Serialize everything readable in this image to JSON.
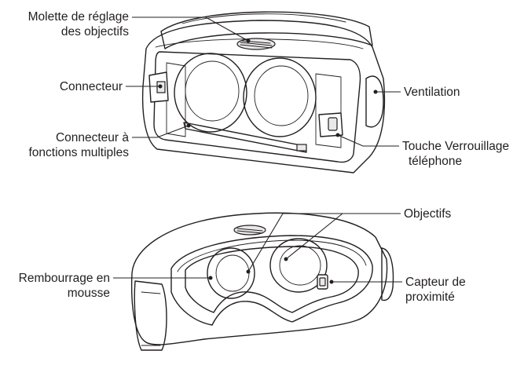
{
  "labels": {
    "dial": [
      "Molette de réglage",
      "des objectifs"
    ],
    "connector": "Connecteur",
    "multi_connector": [
      "Connecteur à",
      "fonctions multiples"
    ],
    "ventilation": "Ventilation",
    "lock_key": [
      "Touche Verrouillage",
      "téléphone"
    ],
    "lenses": "Objectifs",
    "foam": [
      "Rembourrage en",
      "mousse"
    ],
    "proximity": [
      "Capteur de",
      "proximité"
    ]
  }
}
